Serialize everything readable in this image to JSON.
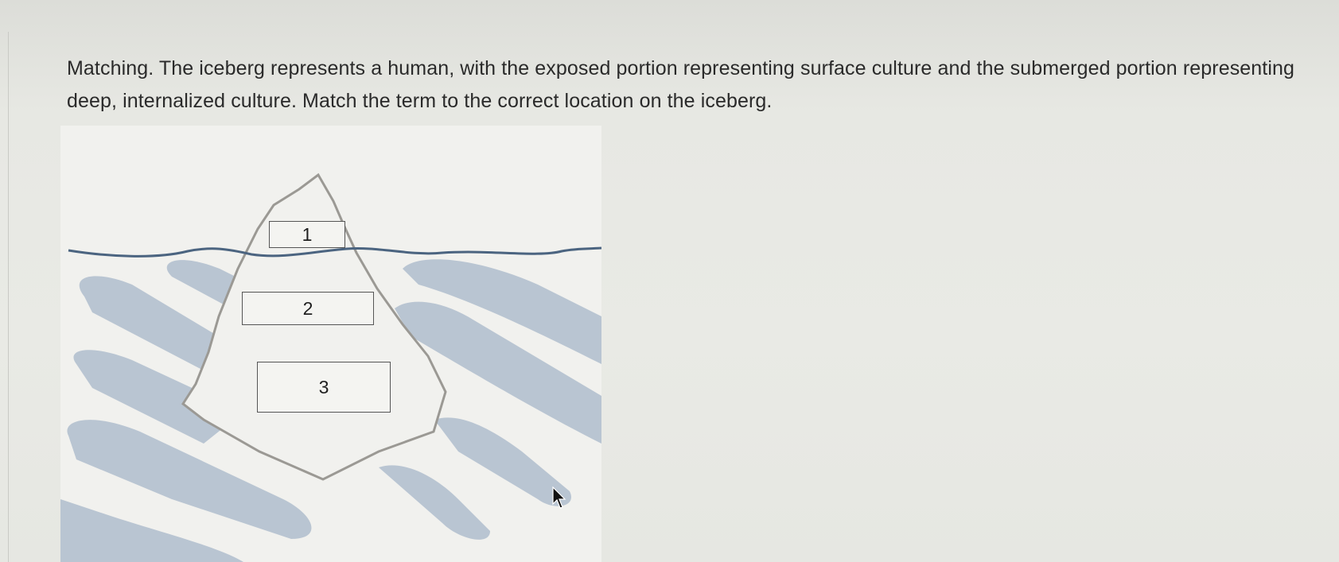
{
  "question": {
    "text": "Matching. The iceberg represents a human, with the exposed portion representing surface culture and the submerged portion representing deep, internalized culture.  Match the term to the correct location on the iceberg."
  },
  "iceberg": {
    "boxes": [
      {
        "label": "1"
      },
      {
        "label": "2"
      },
      {
        "label": "3"
      }
    ]
  },
  "colors": {
    "water_strokes": "#b9c5d2",
    "iceberg_outline": "#9b9994",
    "waterline": "#4b6480",
    "text": "#2a2a2a"
  }
}
